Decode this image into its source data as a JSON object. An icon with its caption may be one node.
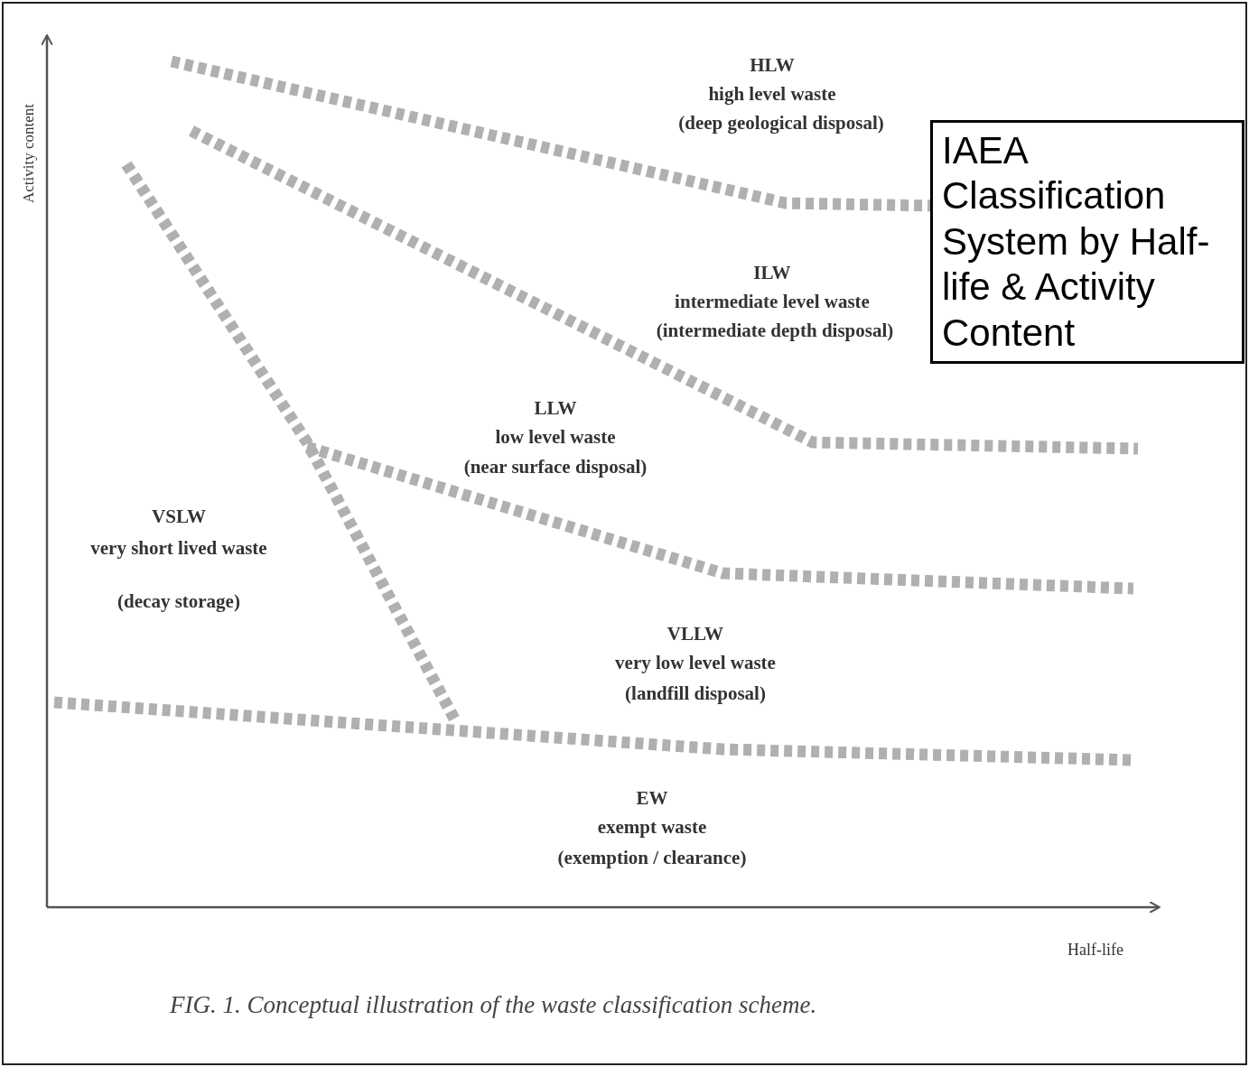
{
  "diagram": {
    "caption": "FIG. 1. Conceptual illustration of the waste classification scheme.",
    "nodes": [
      {
        "text": [
          "IAEA Classification System by Half-life & Activity Content"
        ]
      }
    ],
    "labels": [
      "Activity content",
      "HLW",
      "high level waste",
      "(deep geological disposal)",
      "ILW",
      "intermediate level waste",
      "(intermediate depth disposal)",
      "LLW",
      "low level waste",
      "(near surface disposal)",
      "VSLW",
      "very short lived waste",
      "(decay storage)",
      "VLLW",
      "very low level waste",
      "(landfill disposal)",
      "EW",
      "exempt waste",
      "(exemption / clearance)",
      "Half-life"
    ]
  }
}
